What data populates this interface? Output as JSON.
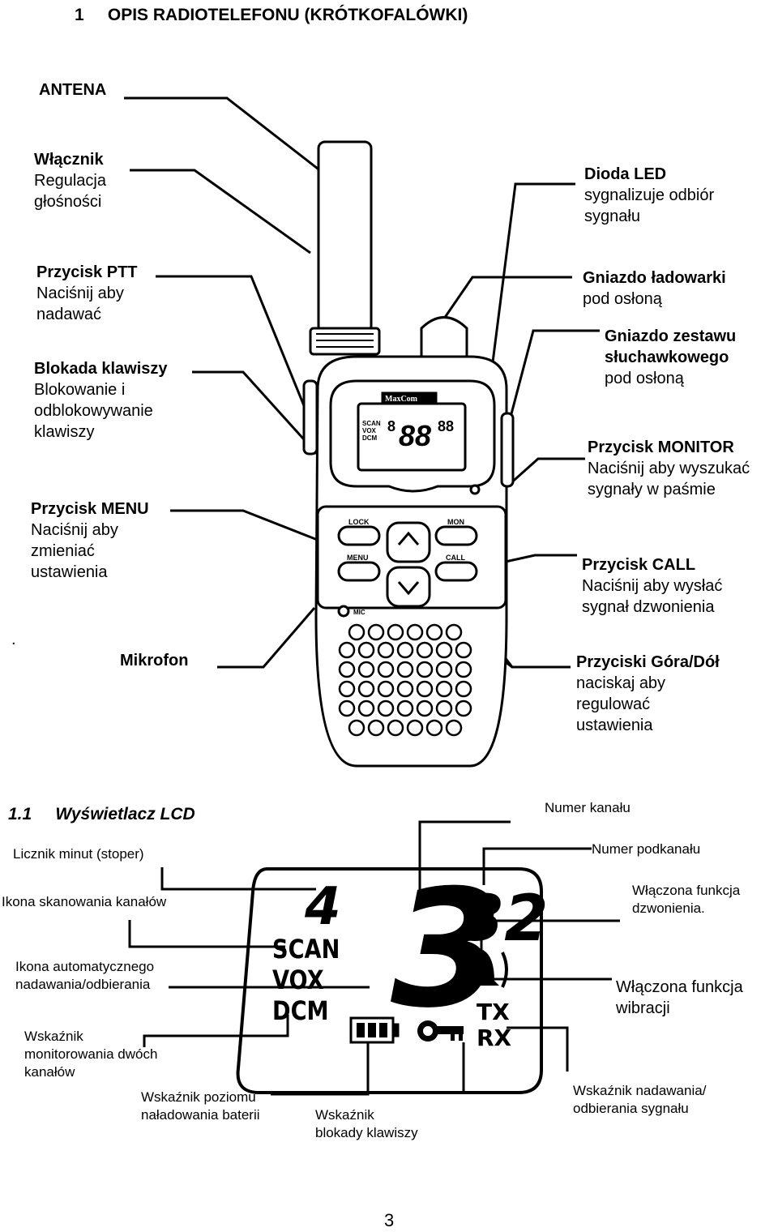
{
  "heading": {
    "number": "1",
    "title": "OPIS RADIOTELEFONU (KRÓTKOFALÓWKI)"
  },
  "device": {
    "brand": "MaxCom",
    "buttons": {
      "lock": "LOCK",
      "mon": "MON",
      "menu": "MENU",
      "call": "CALL",
      "mic": "MIC"
    },
    "lcd_mini": {
      "scan": "SCAN",
      "vox": "VOX",
      "dcm": "DCM",
      "digits_left": "8",
      "digits_main": "88",
      "digits_right": "88"
    }
  },
  "labels": {
    "antena": {
      "title": "ANTENA"
    },
    "wlacznik": {
      "title": "Włącznik",
      "l1": "Regulacja",
      "l2": "głośności"
    },
    "ptt": {
      "title": "Przycisk PTT",
      "l1": "Naciśnij aby",
      "l2": "nadawać"
    },
    "blokada": {
      "title": "Blokada klawiszy",
      "l1": "Blokowanie i",
      "l2": "odblokowywanie",
      "l3": "klawiszy"
    },
    "menu": {
      "title": "Przycisk MENU",
      "l1": "Naciśnij aby",
      "l2": "zmieniać",
      "l3": "ustawienia"
    },
    "mikrofon": {
      "dot": ".",
      "title": "Mikrofon"
    },
    "dioda": {
      "title": "Dioda LED",
      "l1": "sygnalizuje odbiór",
      "l2": "sygnału"
    },
    "gniazdo_lad": {
      "title": "Gniazdo ładowarki",
      "l1": "pod osłoną"
    },
    "gniazdo_sluch": {
      "title": "Gniazdo zestawu",
      "title2": "słuchawkowego",
      "l1": "pod osłoną"
    },
    "monitor": {
      "title": "Przycisk MONITOR",
      "l1": "Naciśnij aby wyszukać",
      "l2": "sygnały w paśmie"
    },
    "call": {
      "title": "Przycisk CALL",
      "l1": "Naciśnij aby wysłać",
      "l2": "sygnał dzwonienia"
    },
    "gora_dol": {
      "title": "Przyciski Góra/Dół",
      "l1": "naciskaj aby",
      "l2": "regulować",
      "l3": "ustawienia"
    }
  },
  "lcd_section": {
    "number": "1.1",
    "title": "Wyświetlacz LCD",
    "display": {
      "minutes": "4",
      "channel": "3",
      "subchannel": "32",
      "scan": "SCAN",
      "vox": "VOX",
      "dcm": "DCM",
      "tx": "TX",
      "rx": "RX"
    },
    "callouts": {
      "numer_kanalu": "Numer kanału",
      "licznik": "Licznik minut  (stoper)",
      "numer_podkanalu": "Numer podkanału",
      "skanowanie": "Ikona skanowania kanałów",
      "wl_dzwonienia_1": "Włączona funkcja",
      "wl_dzwonienia_2": "dzwonienia.",
      "auto_1": "Ikona automatycznego",
      "auto_2": "nadawania/odbierania",
      "wibracji_1": "Włączona funkcja",
      "wibracji_2": "wibracji",
      "monit_1": "Wskaźnik",
      "monit_2": "monitorowania dwóch",
      "monit_3": "kanałów",
      "bateria_1": "Wskaźnik poziomu",
      "bateria_2": "naładowania baterii",
      "blokada_1": "Wskaźnik",
      "blokada_2": "blokady klawiszy",
      "nad_odb_1": "Wskaźnik nadawania/",
      "nad_odb_2": "odbierania sygnału"
    }
  },
  "page_number": "3"
}
